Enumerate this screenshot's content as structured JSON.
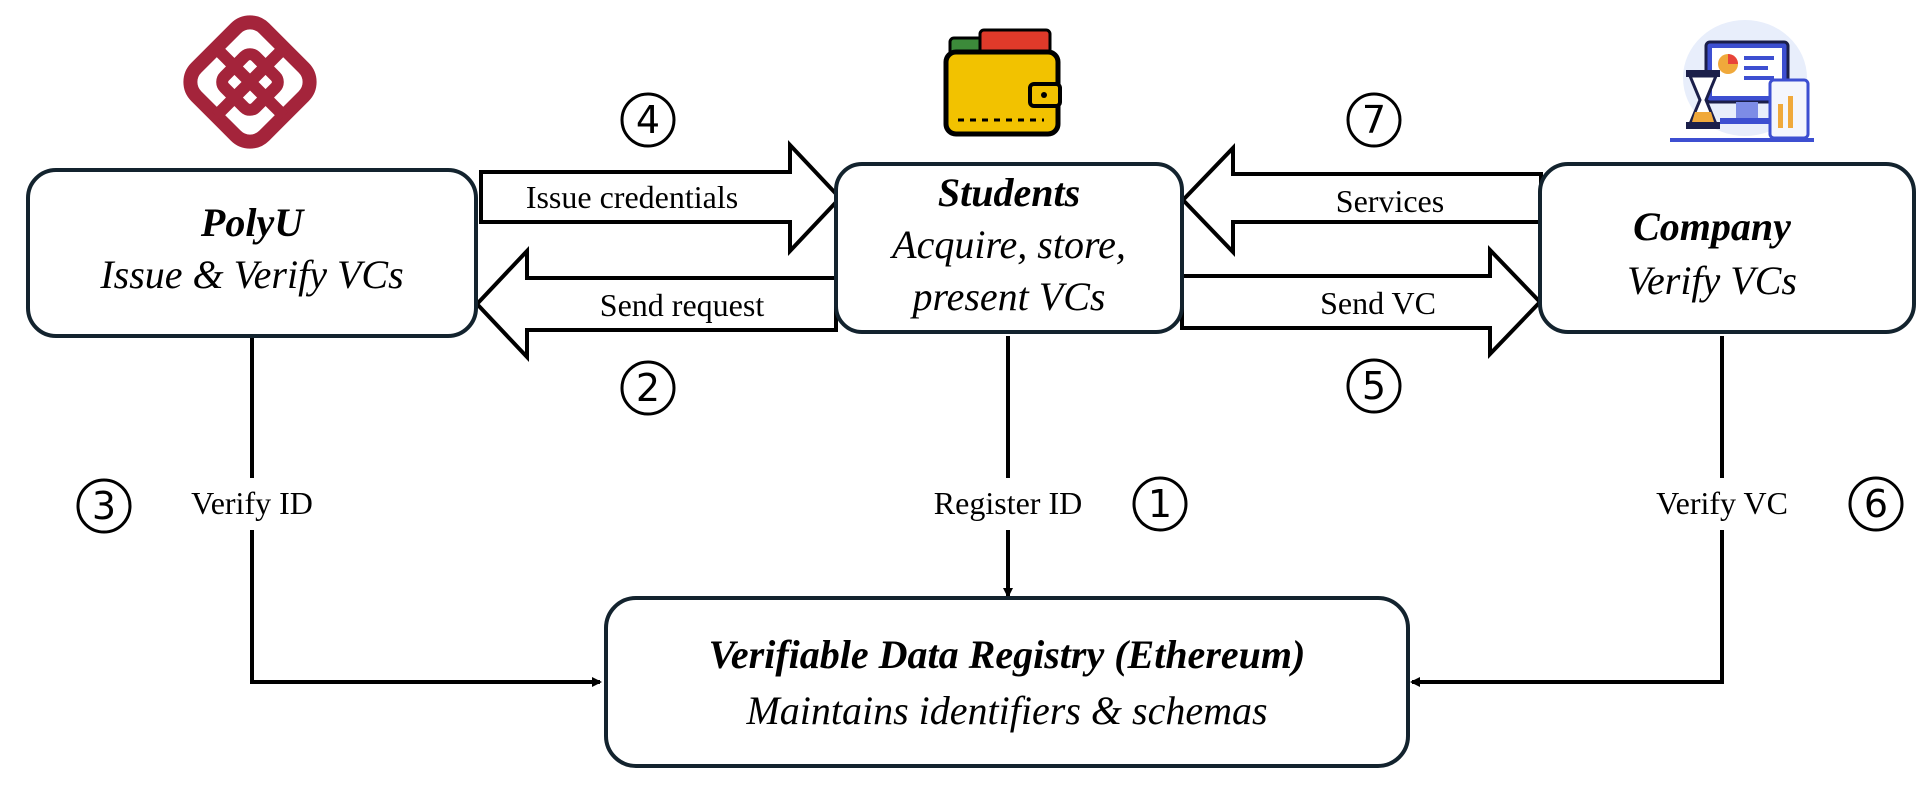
{
  "nodes": {
    "polyu": {
      "title": "PolyU",
      "subtitle": "Issue & Verify VCs"
    },
    "students": {
      "title": "Students",
      "subtitle_line1": "Acquire, store,",
      "subtitle_line2": "present VCs"
    },
    "company": {
      "title": "Company",
      "subtitle": "Verify VCs"
    },
    "registry": {
      "title": "Verifiable Data Registry (Ethereum)",
      "subtitle": "Maintains identifiers & schemas"
    }
  },
  "edges": {
    "issue_credentials": {
      "label": "Issue credentials",
      "step": "4"
    },
    "send_request": {
      "label": "Send request",
      "step": "2"
    },
    "services": {
      "label": "Services",
      "step": "7"
    },
    "send_vc": {
      "label": "Send VC",
      "step": "5"
    },
    "verify_id": {
      "label": "Verify ID",
      "step": "3"
    },
    "register_id": {
      "label": "Register ID",
      "step": "1"
    },
    "verify_vc": {
      "label": "Verify VC",
      "step": "6"
    }
  },
  "icons": {
    "polyu": "polyu-logo",
    "students": "wallet-icon",
    "company": "dashboard-devices-icon"
  },
  "colors": {
    "box_border": "#13232e",
    "polyu_logo": "#a4243b",
    "wallet_body": "#f2c200",
    "company_accent": "#3d4fd1"
  }
}
